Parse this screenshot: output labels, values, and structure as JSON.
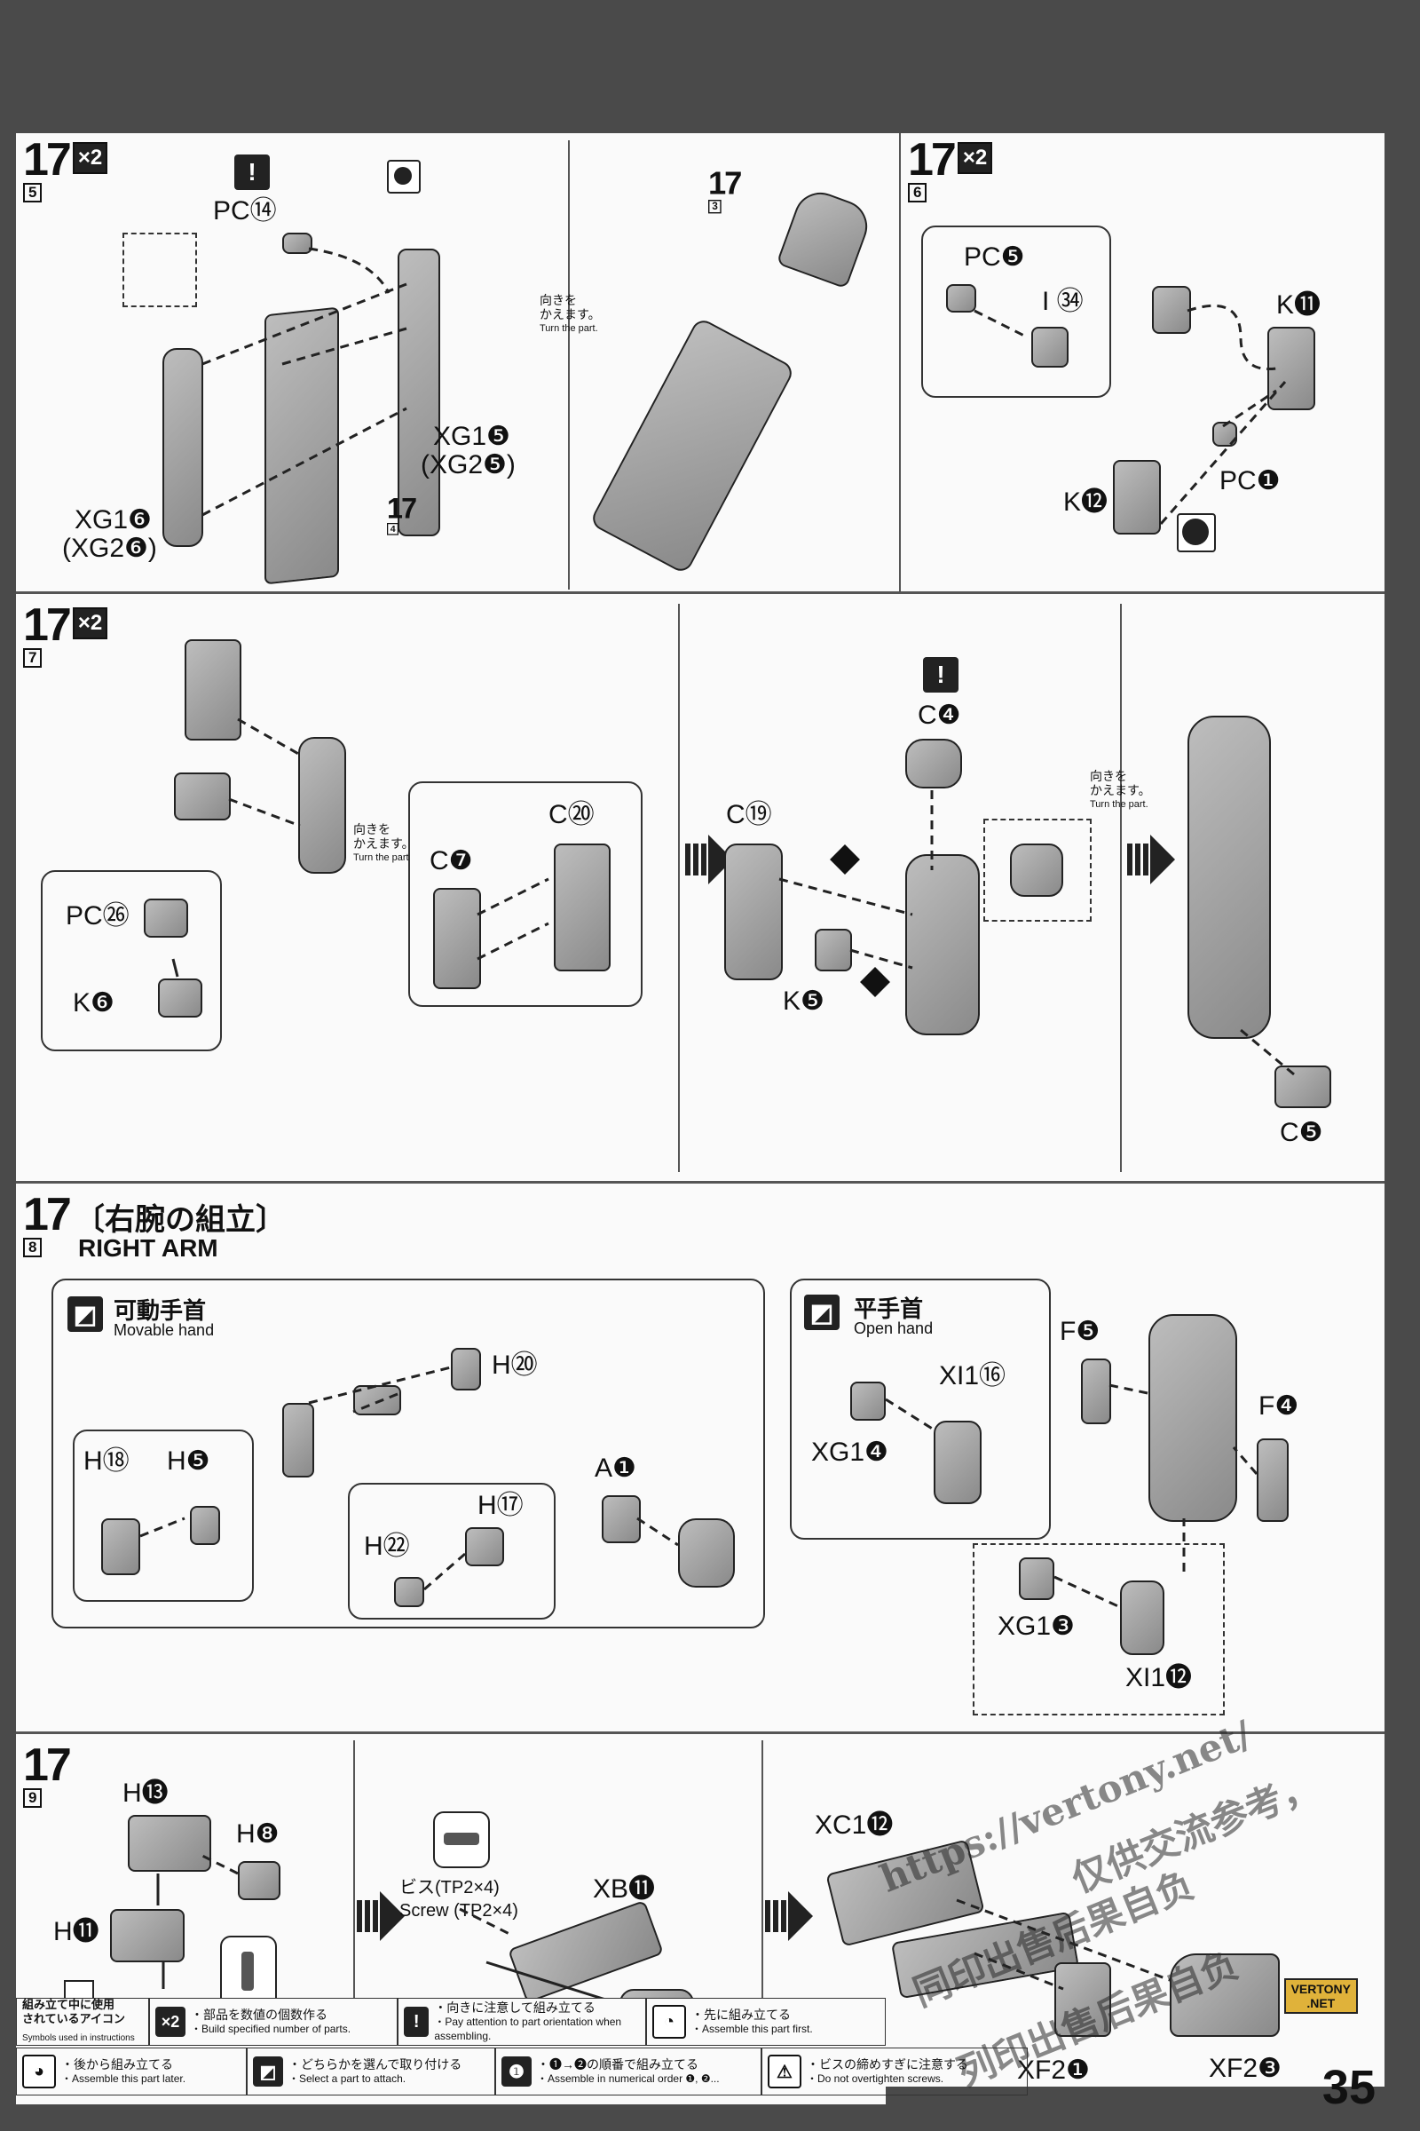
{
  "steps": {
    "s5": {
      "num": "17",
      "sub": "5",
      "mult": "×2"
    },
    "s3": {
      "num": "17",
      "sub": "3"
    },
    "s6": {
      "num": "17",
      "sub": "6",
      "mult": "×2"
    },
    "s7": {
      "num": "17",
      "sub": "7",
      "mult": "×2"
    },
    "s8": {
      "num": "17",
      "sub": "8",
      "title_ja": "〔右腕の組立〕",
      "title_en": "RIGHT ARM"
    },
    "s4": {
      "num": "17",
      "sub": "4"
    },
    "s9": {
      "num": "17",
      "sub": "9"
    }
  },
  "labels": {
    "pc14": "PC⑭",
    "xg15": "XG1❺",
    "xg25": "(XG2❺)",
    "xg16": "XG1❻",
    "xg26": "(XG2❻)",
    "pc5": "PC❺",
    "i34": "I ㉞",
    "k11": "K⓫",
    "pc1": "PC❶",
    "k12": "K⓬",
    "pc26": "PC㉖",
    "k6": "K❻",
    "c7": "C❼",
    "c20": "C⑳",
    "c19": "C⑲",
    "c4": "C❹",
    "k5": "K❺",
    "c5": "C❺",
    "h20": "H⑳",
    "h18": "H⑱",
    "h5": "H❺",
    "h22": "H㉒",
    "h17": "H⑰",
    "a1": "A❶",
    "xi116": "XI1⑯",
    "xg14": "XG1❹",
    "f5": "F❺",
    "f4": "F❹",
    "xg13": "XG1❸",
    "xi112": "XI1⓬",
    "h13": "H⓭",
    "h8": "H❽",
    "h11": "H⓫",
    "xb11": "XB⓫",
    "xc112": "XC1⓬",
    "xf21": "XF2❶",
    "xf23": "XF2❸"
  },
  "notes": {
    "turn_ja": "向きを\nかえます。",
    "turn_en": "Turn the part.",
    "movable_ja": "可動手首",
    "movable_en": "Movable hand",
    "open_ja": "平手首",
    "open_en": "Open hand",
    "screw_ja": "ビス(TP2×4)",
    "screw_en": "Screw (TP2×4)",
    "order1": "❶",
    "order2": "❷"
  },
  "legend": {
    "title_ja": "組み立て中に使用\nされているアイコン",
    "title_en": "Symbols used in instructions",
    "items": [
      {
        "icon": "×2",
        "ja": "・部品を数値の個数作る",
        "en": "・Build specified number of parts."
      },
      {
        "icon": "!",
        "ja": "・向きに注意して組み立てる",
        "en": "・Pay attention to part orientation when assembling."
      },
      {
        "icon": "◔",
        "ja": "・先に組み立てる",
        "en": "・Assemble this part first."
      },
      {
        "icon": "◕",
        "ja": "・後から組み立てる",
        "en": "・Assemble this part later."
      },
      {
        "icon": "◩",
        "ja": "・どちらかを選んで取り付ける",
        "en": "・Select a part to attach."
      },
      {
        "icon": "❶",
        "ja": "・❶→❷の順番で組み立てる",
        "en": "・Assemble in numerical order ❶, ❷..."
      },
      {
        "icon": "⚠",
        "ja": "・ビスの締めすぎに注意する",
        "en": "・Do not overtighten screws."
      }
    ]
  },
  "page_number": "35",
  "watermark": {
    "url": "https://vertony.net/",
    "line1": "仅供交流参考，",
    "line2": "同印出售后果自负",
    "line3": "列印出售后果自负",
    "badge": "VERTONY\n.NET"
  }
}
